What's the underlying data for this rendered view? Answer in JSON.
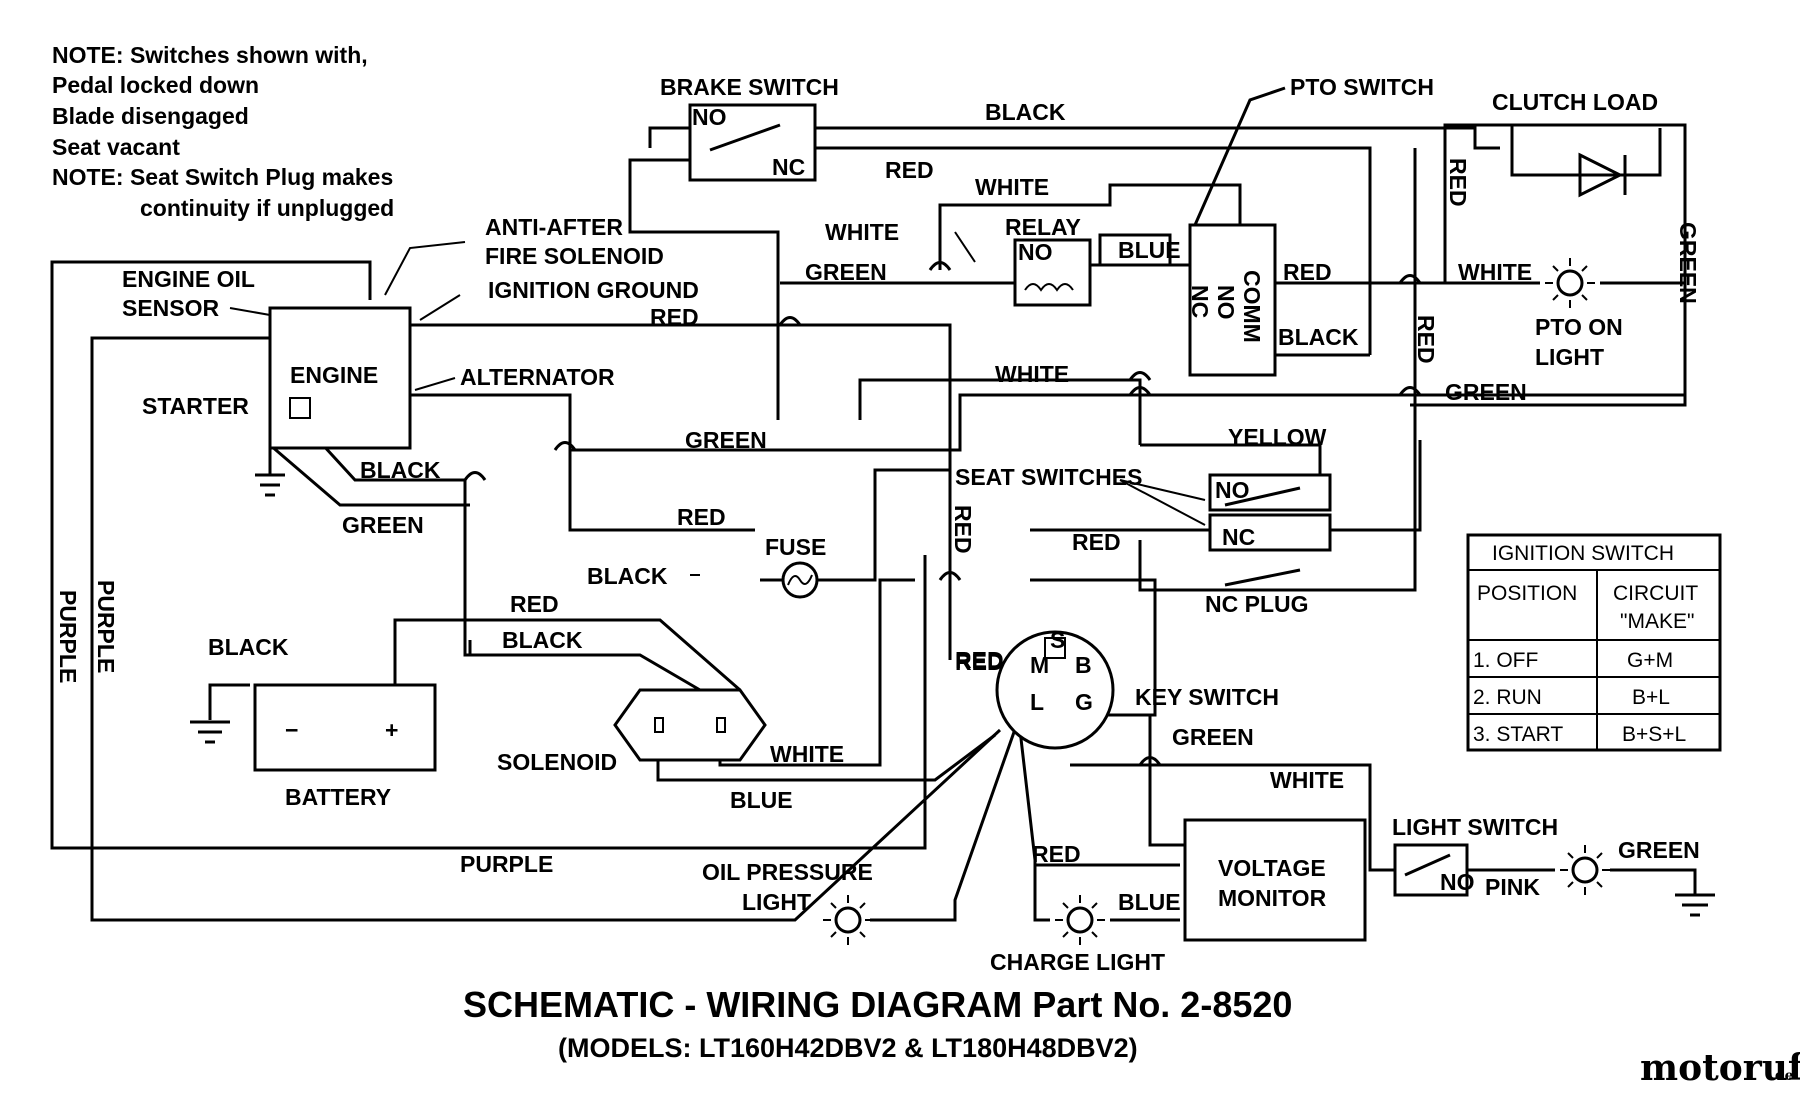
{
  "notes": {
    "n1": "NOTE: Switches shown with,",
    "n2": "Pedal locked down",
    "n3": "Blade disengaged",
    "n4": "Seat vacant",
    "n5": "NOTE: Seat Switch Plug makes",
    "n6": "continuity if unplugged"
  },
  "components": {
    "brake_switch": "BRAKE SWITCH",
    "pto_switch": "PTO SWITCH",
    "clutch_load": "CLUTCH LOAD",
    "anti_after_1": "ANTI-AFTER",
    "anti_after_2": "FIRE SOLENOID",
    "ignition_ground": "IGNITION GROUND",
    "engine_oil_1": "ENGINE OIL",
    "engine_oil_2": "SENSOR",
    "engine": "ENGINE",
    "starter": "STARTER",
    "alternator": "ALTERNATOR",
    "relay": "RELAY",
    "pto_on_1": "PTO ON",
    "pto_on_2": "LIGHT",
    "seat_switches": "SEAT SWITCHES",
    "nc_plug": "NC PLUG",
    "fuse": "FUSE",
    "battery": "BATTERY",
    "solenoid": "SOLENOID",
    "key_switch": "KEY SWITCH",
    "light_switch": "LIGHT SWITCH",
    "voltage_1": "VOLTAGE",
    "voltage_2": "MONITOR",
    "oil_light_1": "OIL PRESSURE",
    "oil_light_2": "LIGHT",
    "charge_light": "CHARGE LIGHT"
  },
  "contacts": {
    "no": "NO",
    "nc": "NC",
    "comm": "COMM",
    "minus": "−",
    "plus": "+",
    "s": "S",
    "m": "M",
    "b": "B",
    "l": "L",
    "g": "G"
  },
  "wires": {
    "black": "BLACK",
    "red": "RED",
    "white": "WHITE",
    "green": "GREEN",
    "blue": "BLUE",
    "yellow": "YELLOW",
    "purple": "PURPLE",
    "pink": "PINK"
  },
  "ignition_table": {
    "title": "IGNITION SWITCH",
    "col_position": "POSITION",
    "col_circuit_1": "CIRCUIT",
    "col_circuit_2": "\"MAKE\"",
    "rows": [
      {
        "position": "1. OFF",
        "make": "G+M"
      },
      {
        "position": "2. RUN",
        "make": "B+L"
      },
      {
        "position": "3. START",
        "make": "B+S+L"
      }
    ]
  },
  "title": "SCHEMATIC - WIRING DIAGRAM Part No. 2-8520",
  "subtitle": "(MODELS: LT160H42DBV2 & LT180H48DBV2)",
  "watermark": {
    "main": "motoruf",
    "suffix": ".de",
    "color_a": "#2c5aa0",
    "color_b": "#e07a1a"
  }
}
